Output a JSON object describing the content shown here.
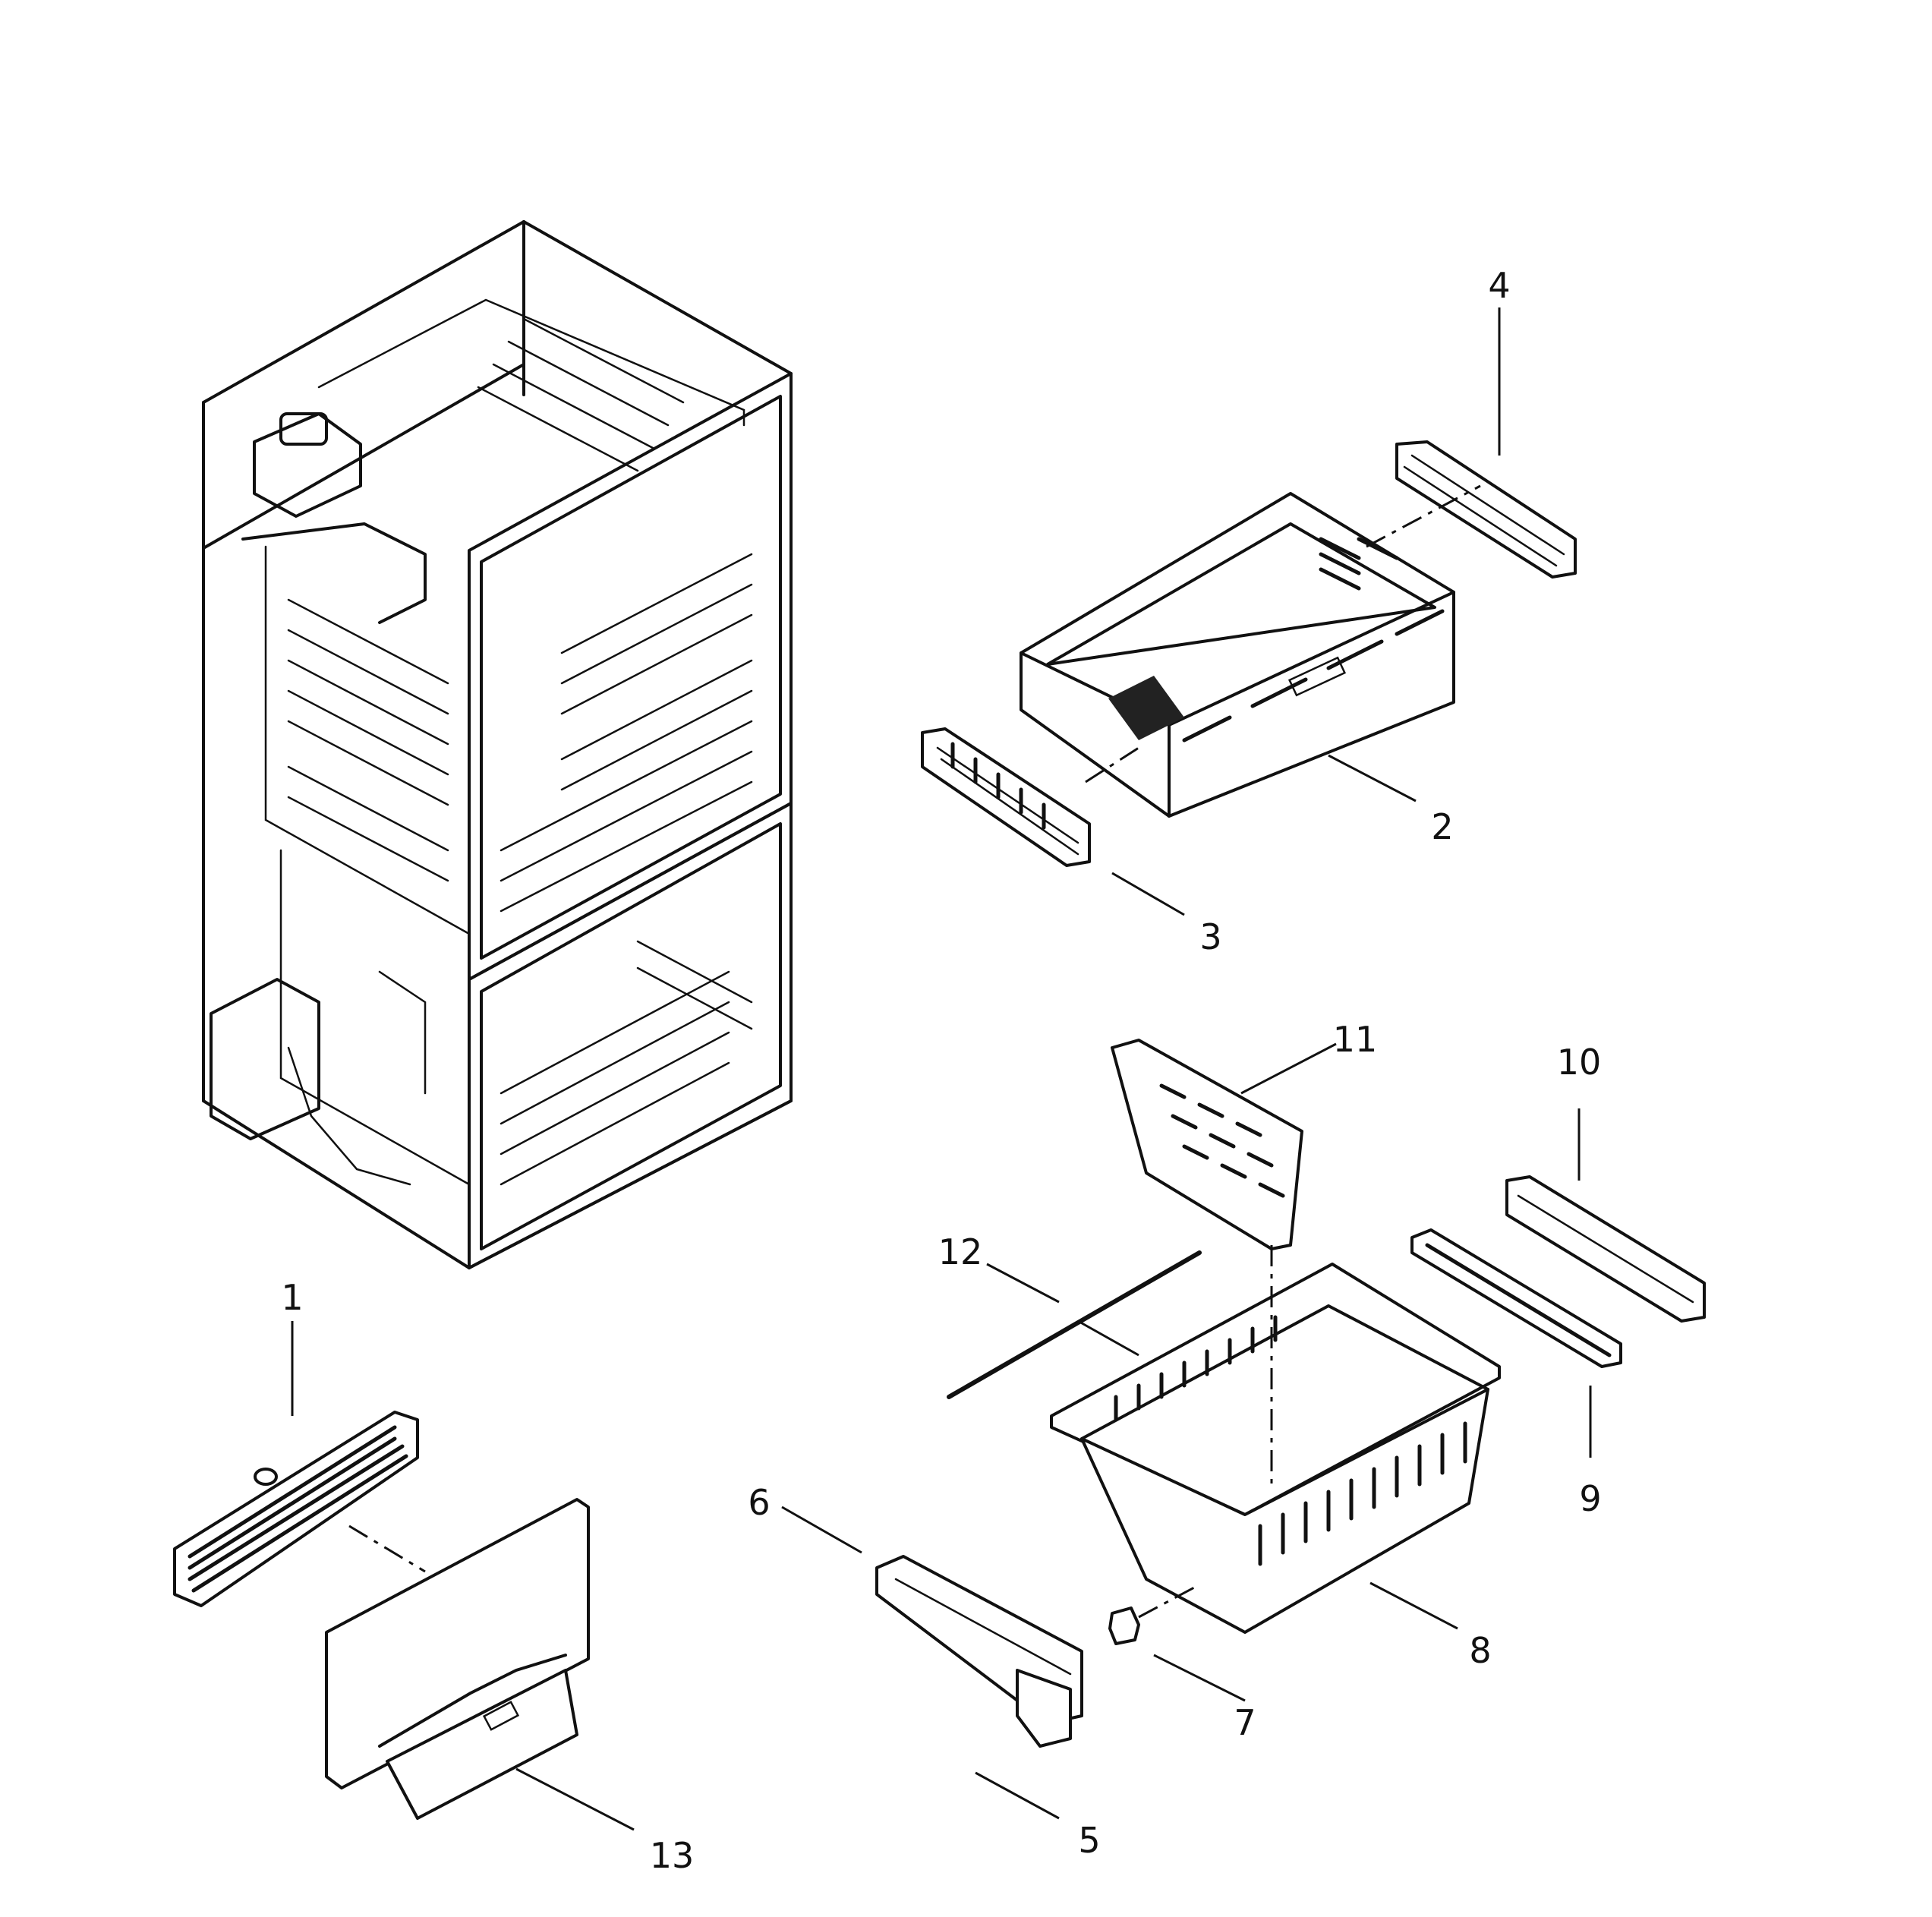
{
  "diagram": {
    "style": "exploded parts view (line drawing)",
    "callouts": {
      "c1": "1",
      "c2": "2",
      "c3": "3",
      "c4": "4",
      "c5": "5",
      "c6": "6",
      "c7": "7",
      "c8": "8",
      "c9": "9",
      "c10": "10",
      "c11": "11",
      "c12": "12",
      "c13": "13"
    }
  }
}
